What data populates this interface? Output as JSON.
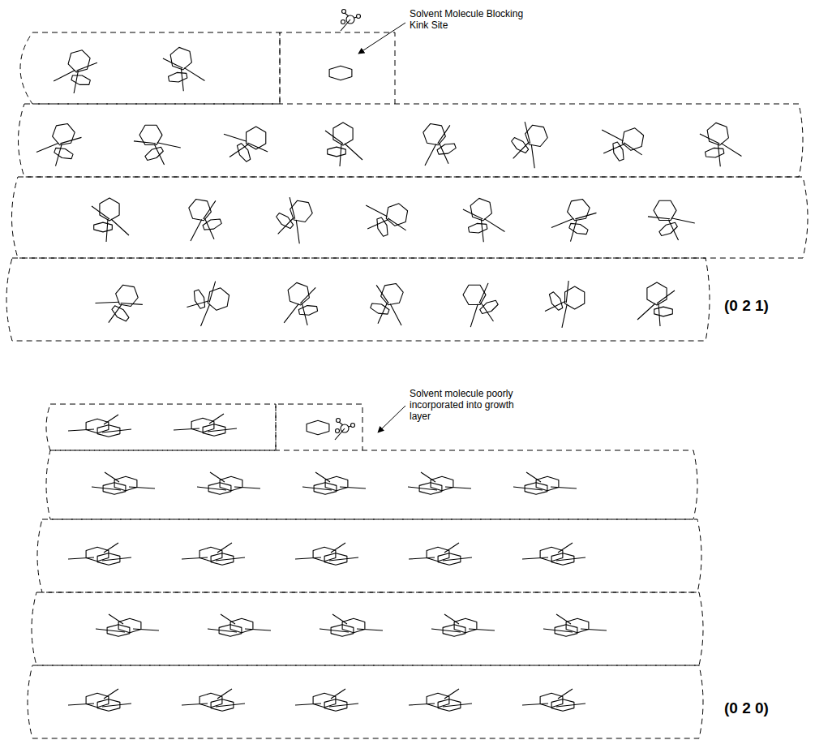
{
  "diagram": {
    "labels": [
      "Solvent Molecule Blocking Kink Site",
      "(0 2 1)",
      "Solvent molecule poorly incorporated into growth layer",
      "(0 2 0)"
    ]
  }
}
